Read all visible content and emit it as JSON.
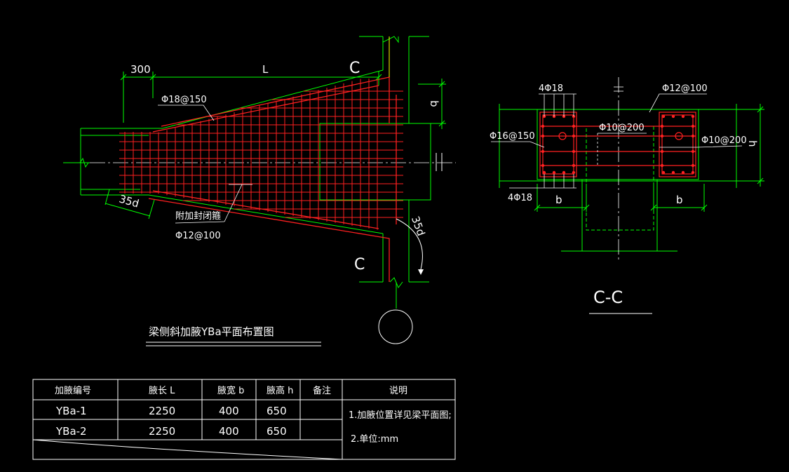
{
  "colors": {
    "background": "#000000",
    "outline": "#00ff00",
    "rebar": "#ff2020",
    "text": "#ffffff",
    "accent": "#ffff00"
  },
  "plan": {
    "title": "梁侧斜加腋YBa平面布置图",
    "dim_300": "300",
    "dim_L": "L",
    "section_mark_top": "C",
    "section_mark_bottom": "C",
    "dim_b": "b",
    "label_top_rebar": "Φ18@150",
    "label_35d_left": "35d",
    "label_35d_right": "35d",
    "label_stirrup_cn": "附加封闭箍",
    "label_stirrup_spec": "Φ12@100"
  },
  "section": {
    "title": "C-C",
    "label_4phi18_top": "4Φ18",
    "label_phi12": "Φ12@100",
    "label_phi16": "Φ16@150",
    "label_phi10_mid": "Φ10@200",
    "label_phi10_right": "Φ10@200",
    "label_4phi18_bottom": "4Φ18",
    "label_b_left": "b",
    "label_b_right": "b",
    "label_h": "h"
  },
  "table": {
    "headers": [
      "加腋编号",
      "腋长 L",
      "腋宽 b",
      "腋高 h",
      "备注",
      "说明"
    ],
    "rows": [
      [
        "YBa-1",
        "2250",
        "400",
        "650",
        ""
      ],
      [
        "YBa-2",
        "2250",
        "400",
        "650",
        ""
      ]
    ],
    "notes": [
      "1.加腋位置详见梁平面图;",
      "2.单位:mm"
    ]
  }
}
